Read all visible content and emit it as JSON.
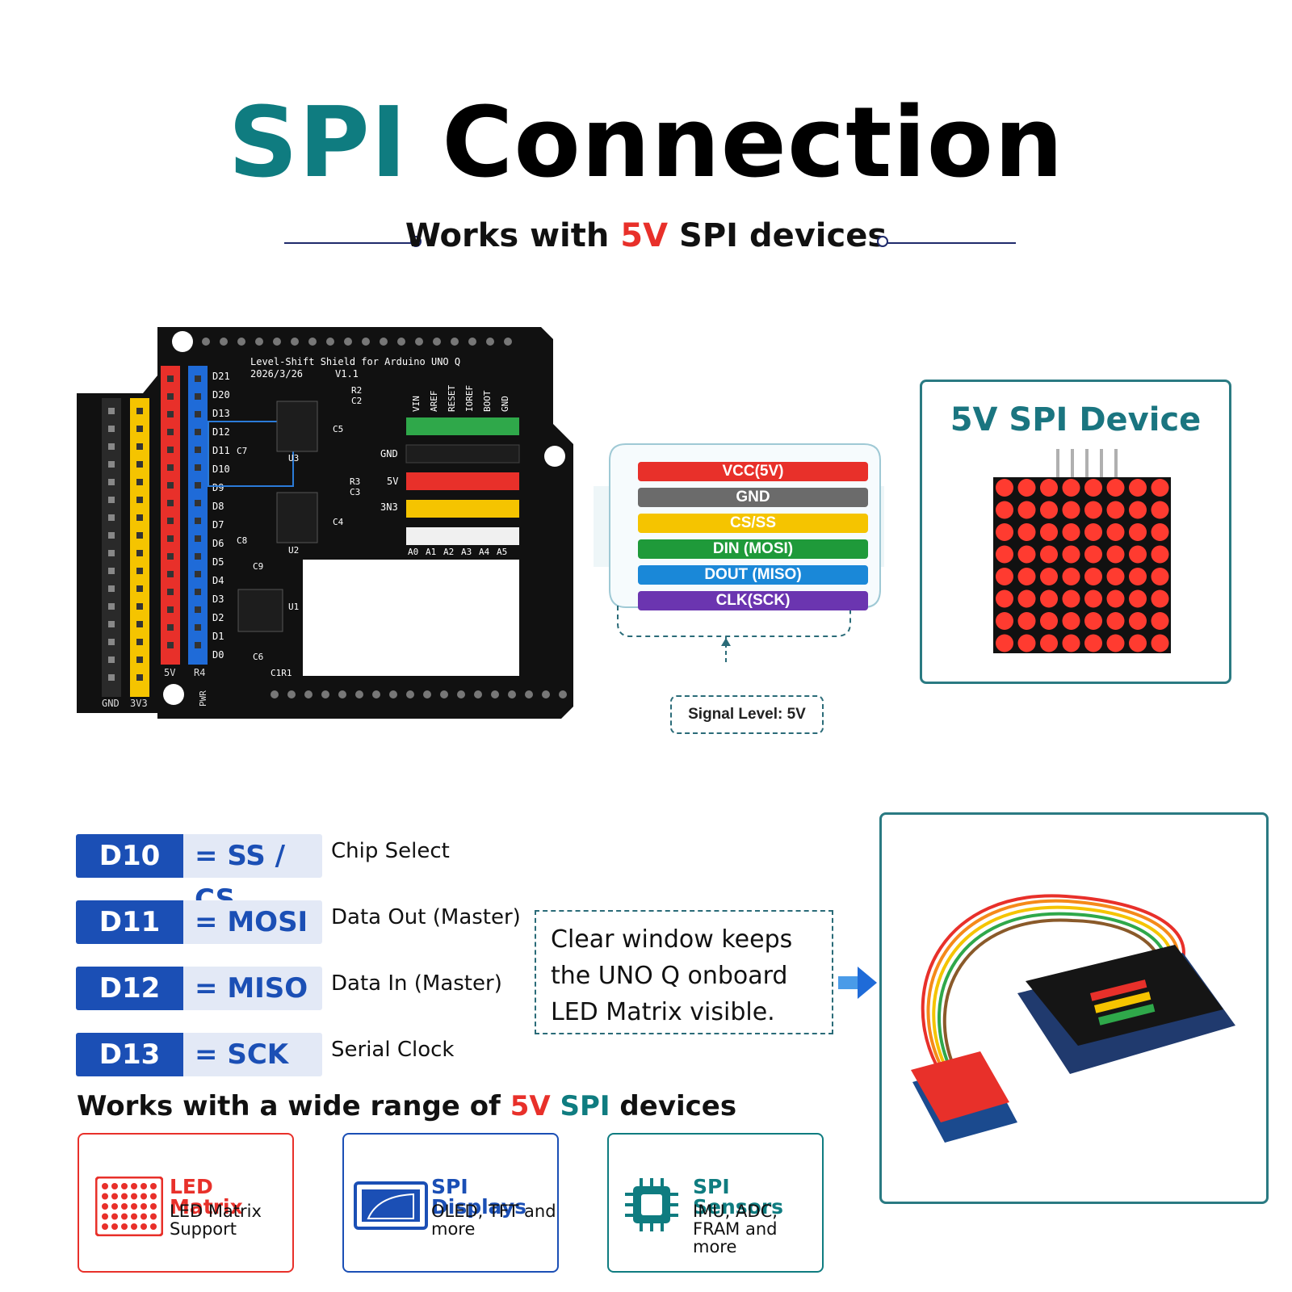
{
  "title": {
    "part1": "SPI",
    "part2": "Connection"
  },
  "subtitle": {
    "pre": "Works with ",
    "highlight": "5V",
    "post": " SPI devices"
  },
  "colors": {
    "teal": "#0f7c80",
    "red": "#e8302a",
    "blue": "#1b4fb5",
    "pcb": "#111111"
  },
  "pcb": {
    "title": "Level-Shift Shield for Arduino UNO Q",
    "date": "2026/3/26",
    "version": "V1.1",
    "left_labels": [
      "D21",
      "D20",
      "D13",
      "D12",
      "D11",
      "D10",
      "D9",
      "D8",
      "D7",
      "D6",
      "D5",
      "D4",
      "D3",
      "D2",
      "D1",
      "D0"
    ],
    "bottom_labels": {
      "gnd": "GND",
      "v33": "3V3",
      "v5": "5V",
      "r4": "R4",
      "pwr": "PWR"
    },
    "power_header_labels": [
      "VIN",
      "AREF",
      "RESET",
      "IOREF",
      "BOOT",
      "GND"
    ],
    "side_labels": {
      "gnd": "GND",
      "v5": "5V",
      "v3": "3N3"
    },
    "analog_labels": [
      "A0",
      "A1",
      "A2",
      "A3",
      "A4",
      "A5"
    ],
    "components": {
      "r2": "R2",
      "c2": "C2",
      "c5": "C5",
      "c7": "C7",
      "u3": "U3",
      "r3": "R3",
      "c3": "C3",
      "c4": "C4",
      "c8": "C8",
      "u2": "U2",
      "c9": "C9",
      "u1": "U1",
      "c6": "C6",
      "c1r1": "C1R1"
    }
  },
  "wires": [
    {
      "label": "VCC(5V)",
      "color": "#e8302a"
    },
    {
      "label": "GND",
      "color": "#6b6b6b"
    },
    {
      "label": "CS/SS",
      "color": "#f5c400"
    },
    {
      "label": "DIN (MOSI)",
      "color": "#1f9a3a"
    },
    {
      "label": "DOUT (MISO)",
      "color": "#1a88d8"
    },
    {
      "label": "CLK(SCK)",
      "color": "#6b35b0"
    }
  ],
  "signal_level": "Signal Level: 5V",
  "device": {
    "title": "5V SPI Device"
  },
  "pin_map": [
    {
      "key": "D10",
      "value": "= SS / CS",
      "desc": "Chip Select"
    },
    {
      "key": "D11",
      "value": "= MOSI",
      "desc": "Data Out (Master)"
    },
    {
      "key": "D12",
      "value": "= MISO",
      "desc": "Data In (Master)"
    },
    {
      "key": "D13",
      "value": "= SCK",
      "desc": "Serial Clock"
    }
  ],
  "note": "Clear window keeps the UNO Q onboard LED Matrix visible.",
  "range": {
    "pre": "Works with a wide range of ",
    "v5": "5V",
    "spi": " SPI",
    "post": " devices"
  },
  "cards": [
    {
      "title": "LED Matrix",
      "line1": "LED Matrix",
      "line2": "Support",
      "icon": "led-matrix-icon",
      "color": "#e8302a"
    },
    {
      "title": "SPI Displays",
      "line1": "OLED, TFT and",
      "line2": "more",
      "icon": "display-icon",
      "color": "#1b4fb5"
    },
    {
      "title": "SPI Sensors",
      "line1": "IMU, ADC,",
      "line2": "FRAM and more",
      "icon": "chip-icon",
      "color": "#0f7c80"
    }
  ]
}
